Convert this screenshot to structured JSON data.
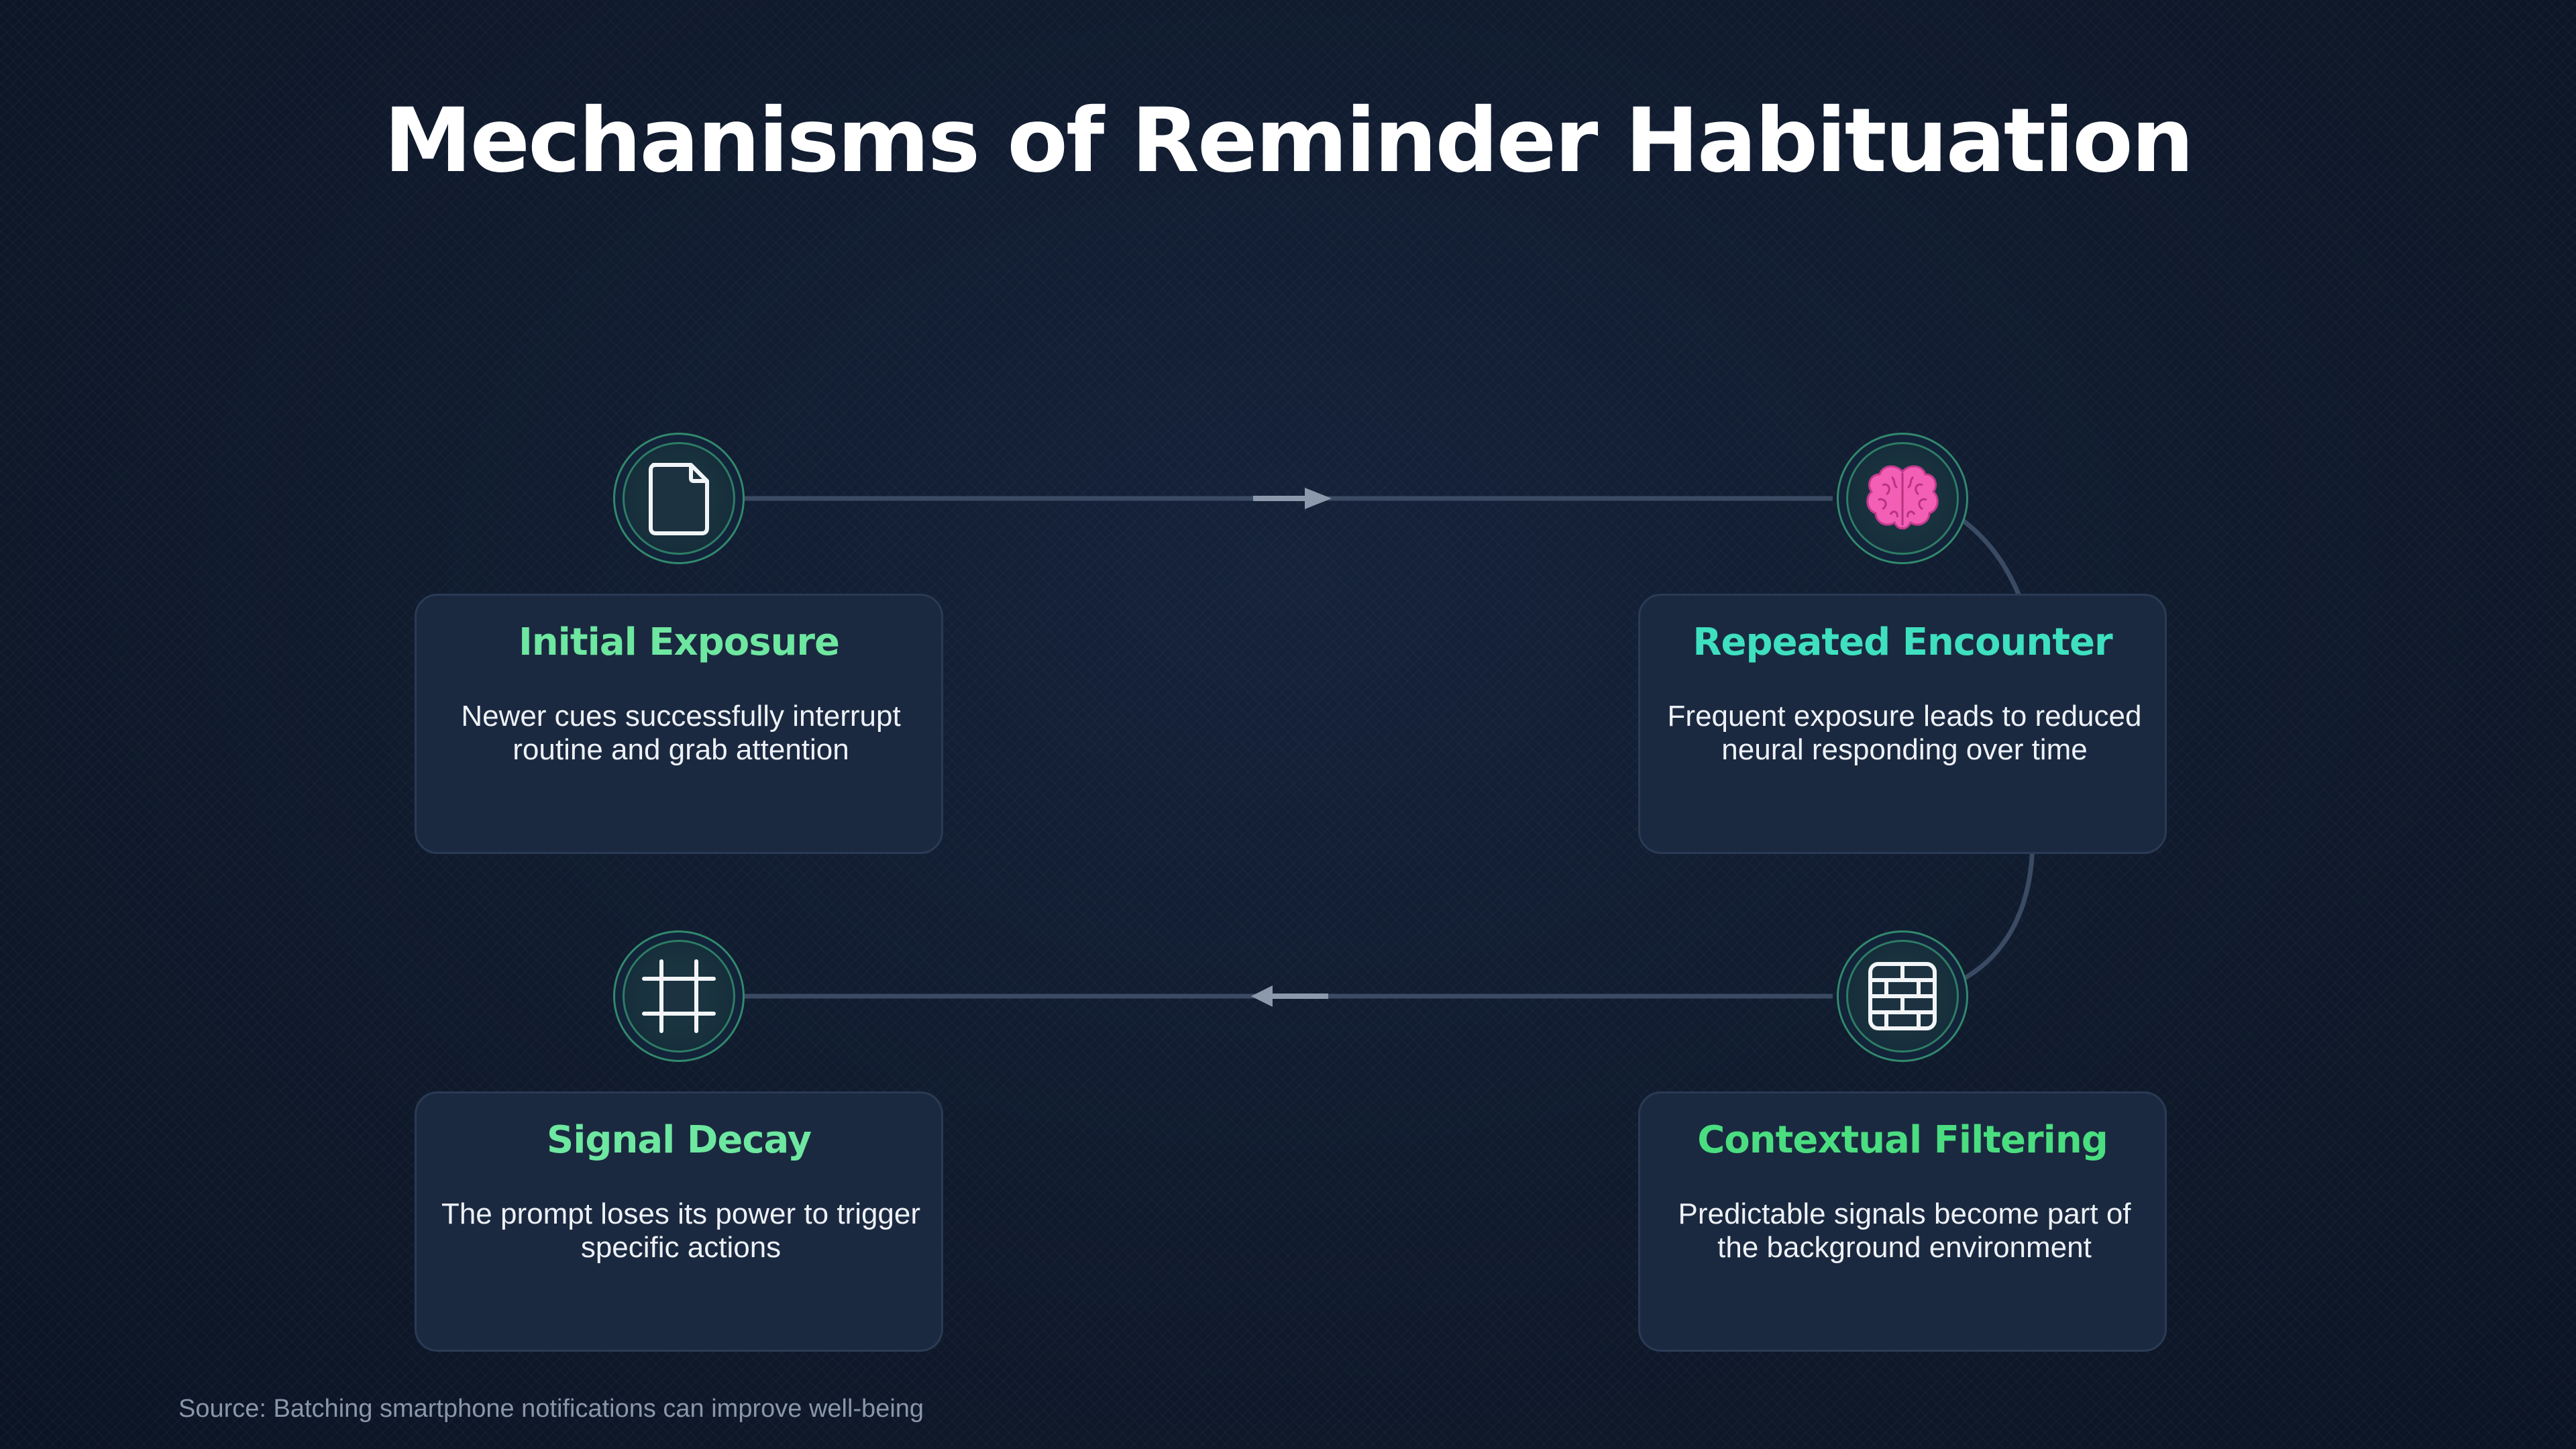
{
  "title": "Mechanisms of Reminder Habituation",
  "colors": {
    "background": "#0f1a2d",
    "card_background": "#1b2940",
    "connector": "#3a4a62",
    "arrow": "#8c99ad",
    "accent_green": "#4ade80",
    "accent_teal": "#2dd4bf"
  },
  "stages": [
    {
      "title": "Initial Exposure",
      "description": "Newer cues successfully interrupt routine and grab attention",
      "icon": "document-icon",
      "title_color": "#6ee7a0"
    },
    {
      "title": "Repeated Encounter",
      "description": "Frequent exposure leads to reduced neural responding over time",
      "icon": "brain-icon",
      "title_color": "#3ee0bf"
    },
    {
      "title": "Contextual Filtering",
      "description": "Predictable signals become part of the background environment",
      "icon": "brick-wall-icon",
      "title_color": "#4ade80"
    },
    {
      "title": "Signal Decay",
      "description": "The prompt loses its power to trigger specific actions",
      "icon": "frame-grid-icon",
      "title_color": "#6ee7a0"
    }
  ],
  "source": "Source: Batching smartphone notifications can improve well-being"
}
